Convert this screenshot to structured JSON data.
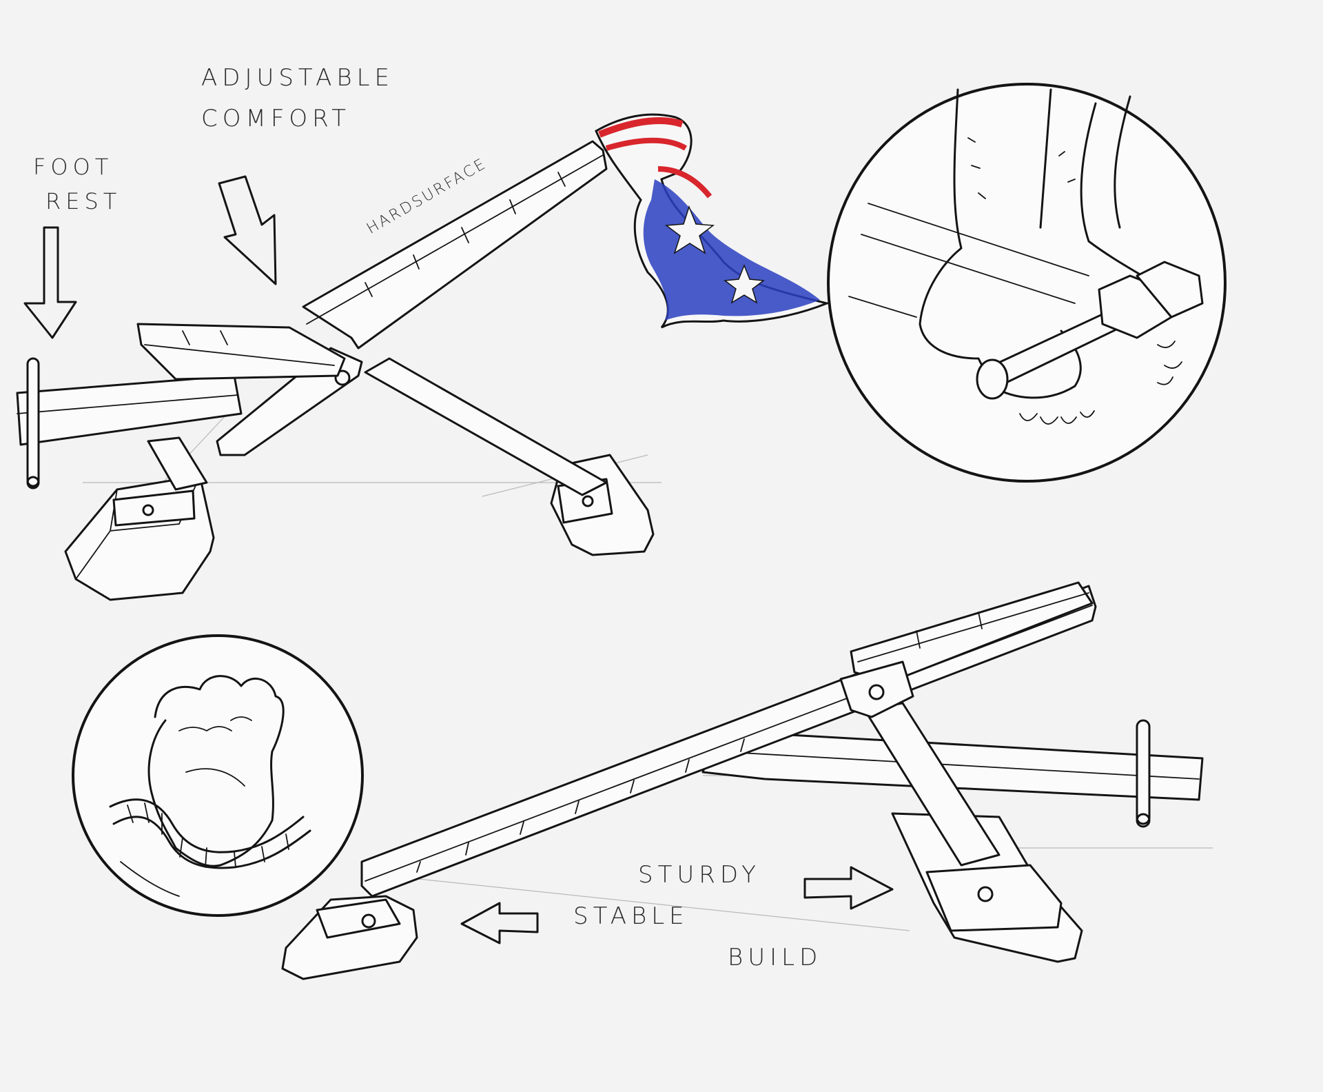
{
  "labels": {
    "adjustable_comfort_line1": "ADJUSTABLE",
    "adjustable_comfort_line2": "COMFORT",
    "foot_rest_line1": "FOOT",
    "foot_rest_line2": "REST",
    "hardsurface": "HARDSURFACE",
    "sturdy": "STURDY",
    "stable": "STABLE",
    "build": "BUILD"
  },
  "colors": {
    "ink": "#141414",
    "paper": "#f3f3f3",
    "flag_red": "#d8262c",
    "flag_blue": "#2a3fc0"
  },
  "icons": {
    "flag": "flag-drape-icon",
    "fist": "fist-rope-icon",
    "foot": "foot-on-roller-icon"
  }
}
